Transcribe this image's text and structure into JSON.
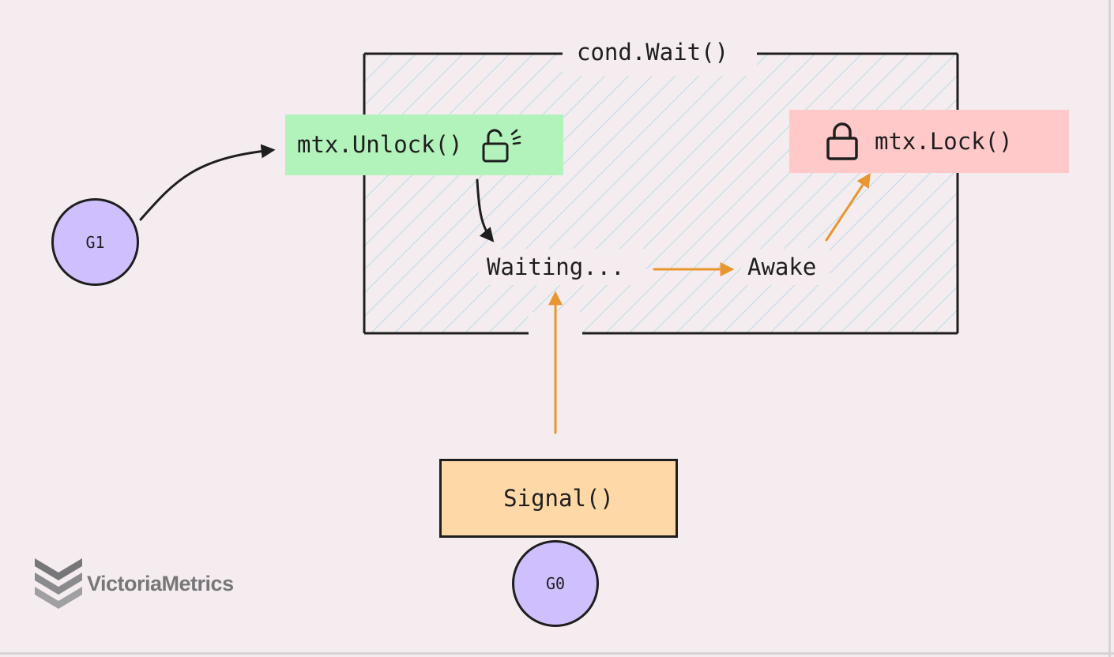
{
  "diagram": {
    "container_title": "cond.Wait()",
    "unlock_label": "mtx.Unlock()",
    "lock_label": "mtx.Lock()",
    "waiting_label": "Waiting...",
    "awake_label": "Awake",
    "signal_label": "Signal()",
    "goroutine_g1": "G1",
    "goroutine_g0": "G0"
  },
  "branding": {
    "logo_text": "VictoriaMetrics"
  },
  "icons": {
    "unlock": "unlocked-padlock-icon",
    "lock": "padlock-icon",
    "brand": "victoriametrics-chevron-logo"
  },
  "colors": {
    "background": "#f5ecef",
    "unlock_fill": "#b2f2bb",
    "lock_fill": "#ffc9c9",
    "signal_fill": "#ffd8a8",
    "goroutine_fill": "#d0bfff",
    "hatch": "#a5d8e6",
    "orange_arrow": "#f08c00",
    "stroke": "#1e1e1e"
  }
}
